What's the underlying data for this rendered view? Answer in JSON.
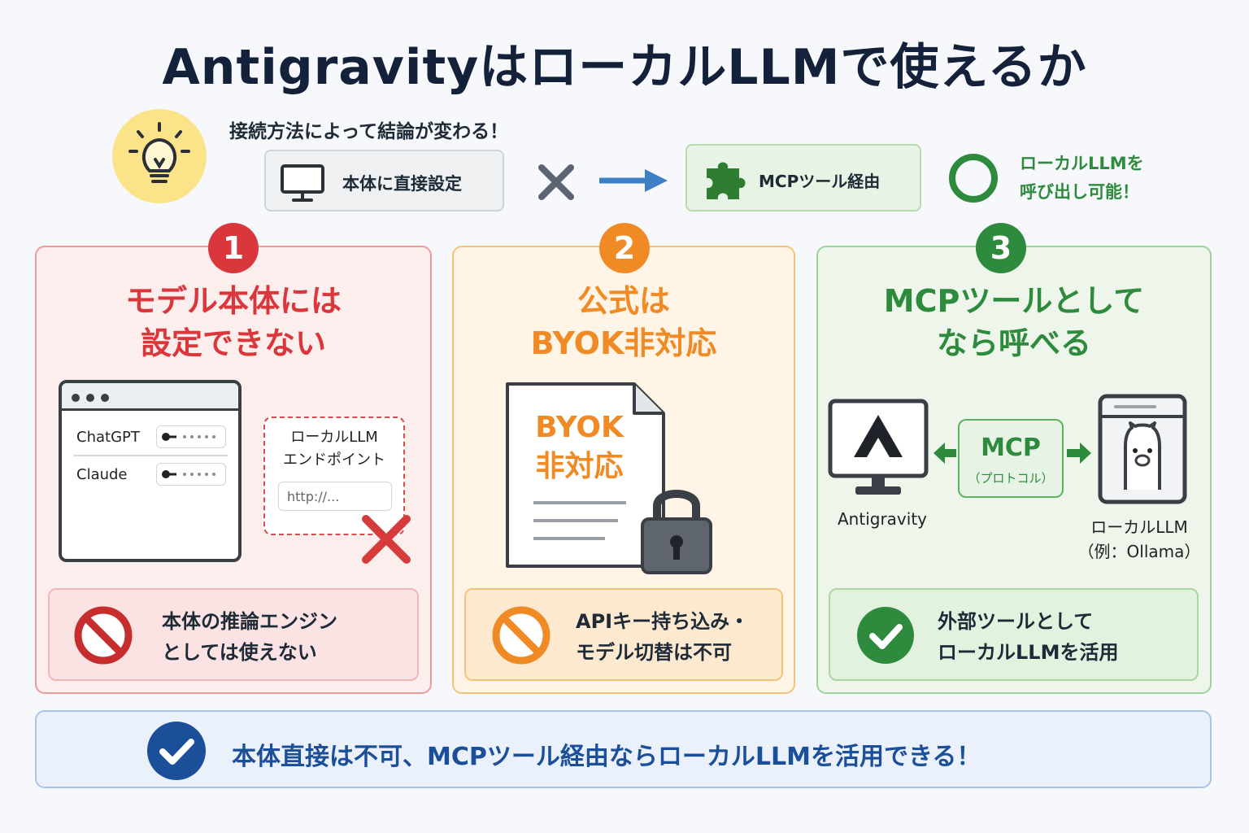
{
  "title": "AntigravityはローカルLLMで使えるか",
  "intro": {
    "subtitle": "接続方法によって結論が変わる！",
    "direct_label": "本体に直接設定",
    "mcp_label": "MCPツール経由",
    "result_line1": "ローカルLLMを",
    "result_line2": "呼び出し可能！",
    "icons": [
      "lightbulb-icon",
      "monitor-icon",
      "cross-icon",
      "arrow-right-icon",
      "puzzle-icon",
      "circle-ok-icon"
    ]
  },
  "panels": [
    {
      "number": "1",
      "heading_line1": "モデル本体には",
      "heading_line2": "設定できない",
      "window": {
        "rows": [
          "ChatGPT",
          "Claude"
        ]
      },
      "endpoint": {
        "line1": "ローカルLLM",
        "line2": "エンドポイント",
        "placeholder": "http://..."
      },
      "note_line1": "本体の推論エンジン",
      "note_line2": "としては使えない",
      "color": "#d9373c"
    },
    {
      "number": "2",
      "heading_line1": "公式は",
      "heading_line2": "BYOK非対応",
      "doc_line1": "BYOK",
      "doc_line2": "非対応",
      "note_line1": "APIキー持ち込み・",
      "note_line2": "モデル切替は不可",
      "color": "#f08a24"
    },
    {
      "number": "3",
      "heading_line1": "MCPツールとして",
      "heading_line2": "なら呼べる",
      "mcp_label": "MCP",
      "mcp_sub": "（プロトコル）",
      "left_caption": "Antigravity",
      "right_caption_line1": "ローカルLLM",
      "right_caption_line2": "（例：Ollama）",
      "note_line1": "外部ツールとして",
      "note_line2": "ローカルLLMを活用",
      "color": "#2e8b3d"
    }
  ],
  "conclusion": "本体直接は不可、MCPツール経由ならローカルLLMを活用できる！",
  "colors": {
    "title": "#14213a",
    "red": "#d9373c",
    "orange": "#f08a24",
    "green": "#2e8b3d",
    "blue": "#1c4f99"
  }
}
